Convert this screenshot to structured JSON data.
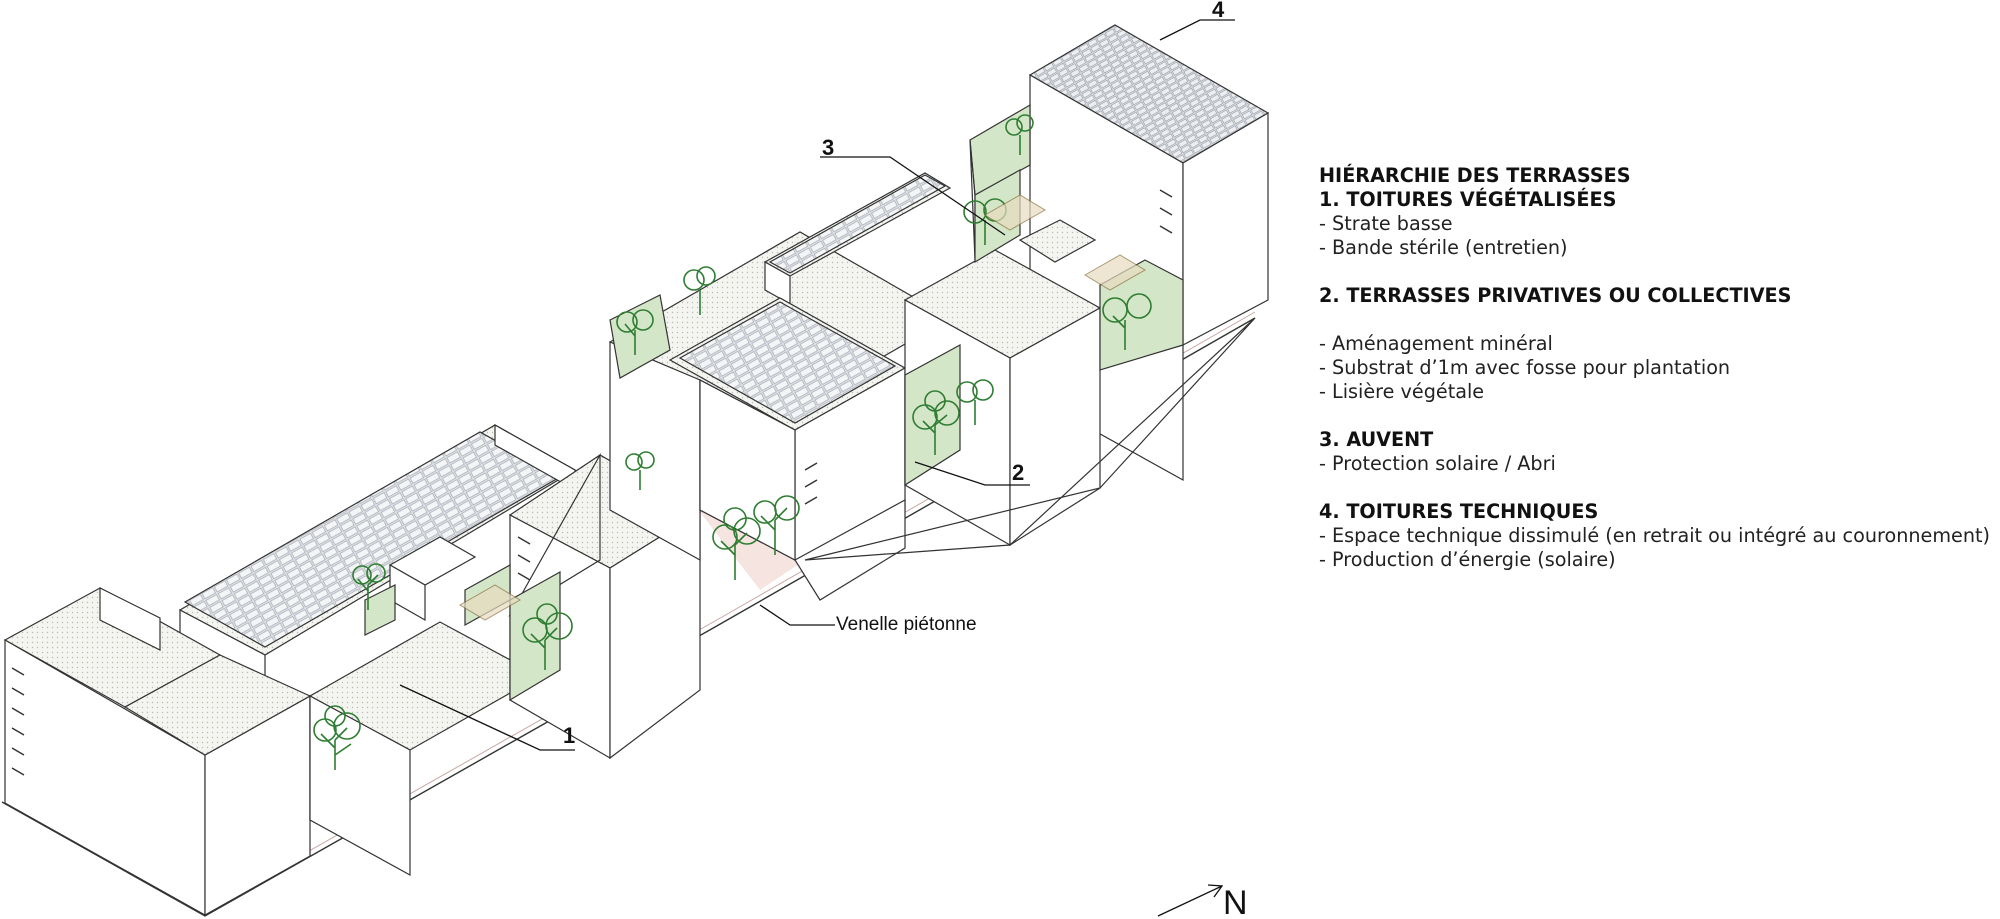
{
  "legend": {
    "title": "HIÉRARCHIE DES TERRASSES",
    "sections": [
      {
        "heading": "1. TOITURES VÉGÉTALISÉES",
        "items": [
          "- Strate basse",
          "- Bande stérile (entretien)"
        ]
      },
      {
        "heading": "2. TERRASSES PRIVATIVES OU COLLECTIVES",
        "items": [
          "",
          "- Aménagement minéral",
          "- Substrat d’1m avec fosse pour plantation",
          "- Lisière végétale"
        ]
      },
      {
        "heading": "3. AUVENT",
        "items": [
          "- Protection solaire / Abri"
        ]
      },
      {
        "heading": "4. TOITURES TECHNIQUES",
        "items": [
          "- Espace technique dissimulé (en retrait ou intégré au couronnement)",
          "- Production d’énergie (solaire)"
        ]
      }
    ]
  },
  "callouts": {
    "c1": "1",
    "c2": "2",
    "c3": "3",
    "c4": "4"
  },
  "venelle_label": "Venelle piétonne",
  "north_label": "N",
  "colors": {
    "green_terrace": "#d4e6c8",
    "tree": "#2f7d32",
    "solar": "#e9ecf0",
    "line": "#333333",
    "path": "#f2d9d4"
  }
}
